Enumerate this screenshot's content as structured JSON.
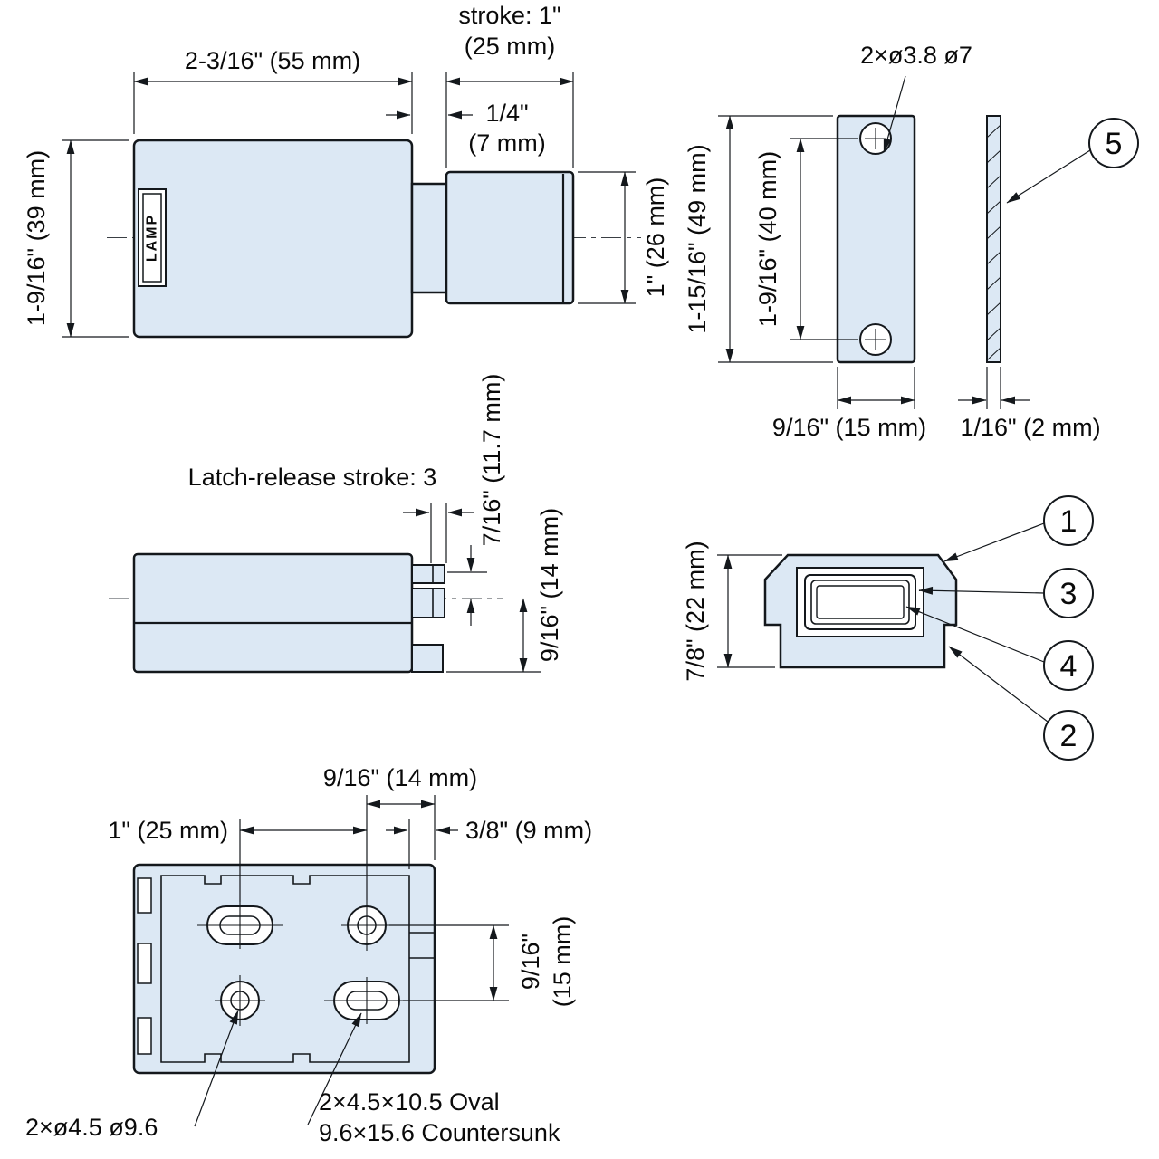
{
  "colors": {
    "part_fill": "#dce8f4",
    "line": "#14181c"
  },
  "views": {
    "side": {
      "brand": "LAMP",
      "dim_width": "2-3/16\" (55 mm)",
      "stroke_l1": "stroke: 1\"",
      "stroke_l2": "(25 mm)",
      "neck_l1": "1/4\"",
      "neck_l2": "(7 mm)",
      "dim_height": "1-9/16\" (39 mm)",
      "dim_plunger": "1\" (26 mm)"
    },
    "strike": {
      "holes": "2×ø3.8  ø7",
      "dim_height": "1-15/16\" (49 mm)",
      "dim_holes": "1-9/16\" (40 mm)",
      "dim_width": "9/16\" (15 mm)",
      "dim_thickness": "1/16\" (2 mm)",
      "balloon5": "5"
    },
    "latch": {
      "label": "Latch-release stroke: 3",
      "dim_a": "7/16\" (11.7 mm)",
      "dim_b": "9/16\" (14 mm)"
    },
    "front": {
      "dim_height": "7/8\" (22 mm)",
      "balloon1": "1",
      "balloon3": "3",
      "balloon4": "4",
      "balloon2": "2"
    },
    "plate": {
      "dim_a": "9/16\" (14 mm)",
      "dim_b": "1\" (25 mm)",
      "dim_c": "3/8\" (9 mm)",
      "dim_row_l1": "9/16\"",
      "dim_row_l2": "(15 mm)",
      "callout_round": "2×ø4.5  ø9.6",
      "callout_oval_l1": "2×4.5×10.5 Oval",
      "callout_oval_l2": "9.6×15.6 Countersunk"
    }
  }
}
